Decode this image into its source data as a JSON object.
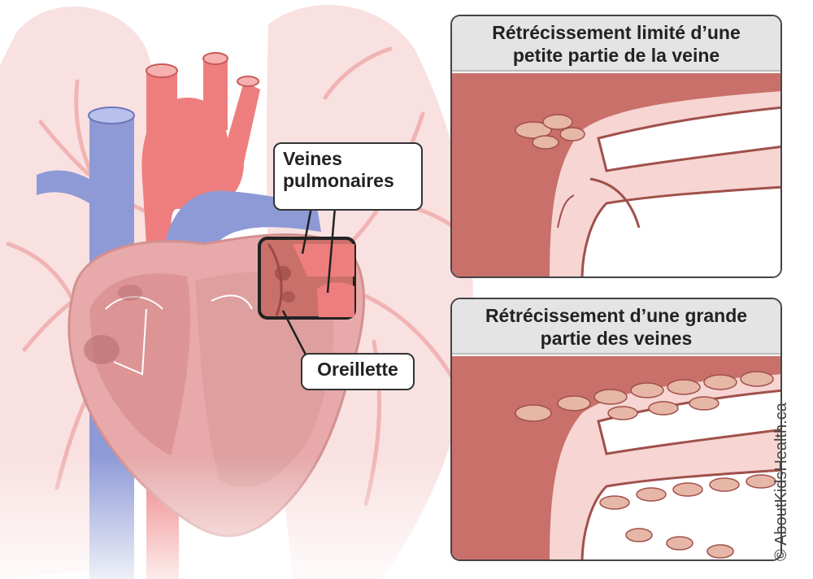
{
  "labels": {
    "pulmonary_veins": [
      "Veines",
      "pulmonaires"
    ],
    "atrium": "Oreillette"
  },
  "panels": [
    {
      "title": [
        "Rétrécissement limité d’une",
        "petite partie de la veine"
      ]
    },
    {
      "title": [
        "Rétrécissement d’une grande",
        "partie des veines"
      ]
    }
  ],
  "credit": "© AboutKidsHealth.ca",
  "colors": {
    "vein_blue": "#8e9ad6",
    "artery_red": "#ee7e7e",
    "heart_pink": "#e7a9a9",
    "lung_pink": "#f8dede",
    "tissue_dark": "#c9706a",
    "outline": "#333333"
  }
}
